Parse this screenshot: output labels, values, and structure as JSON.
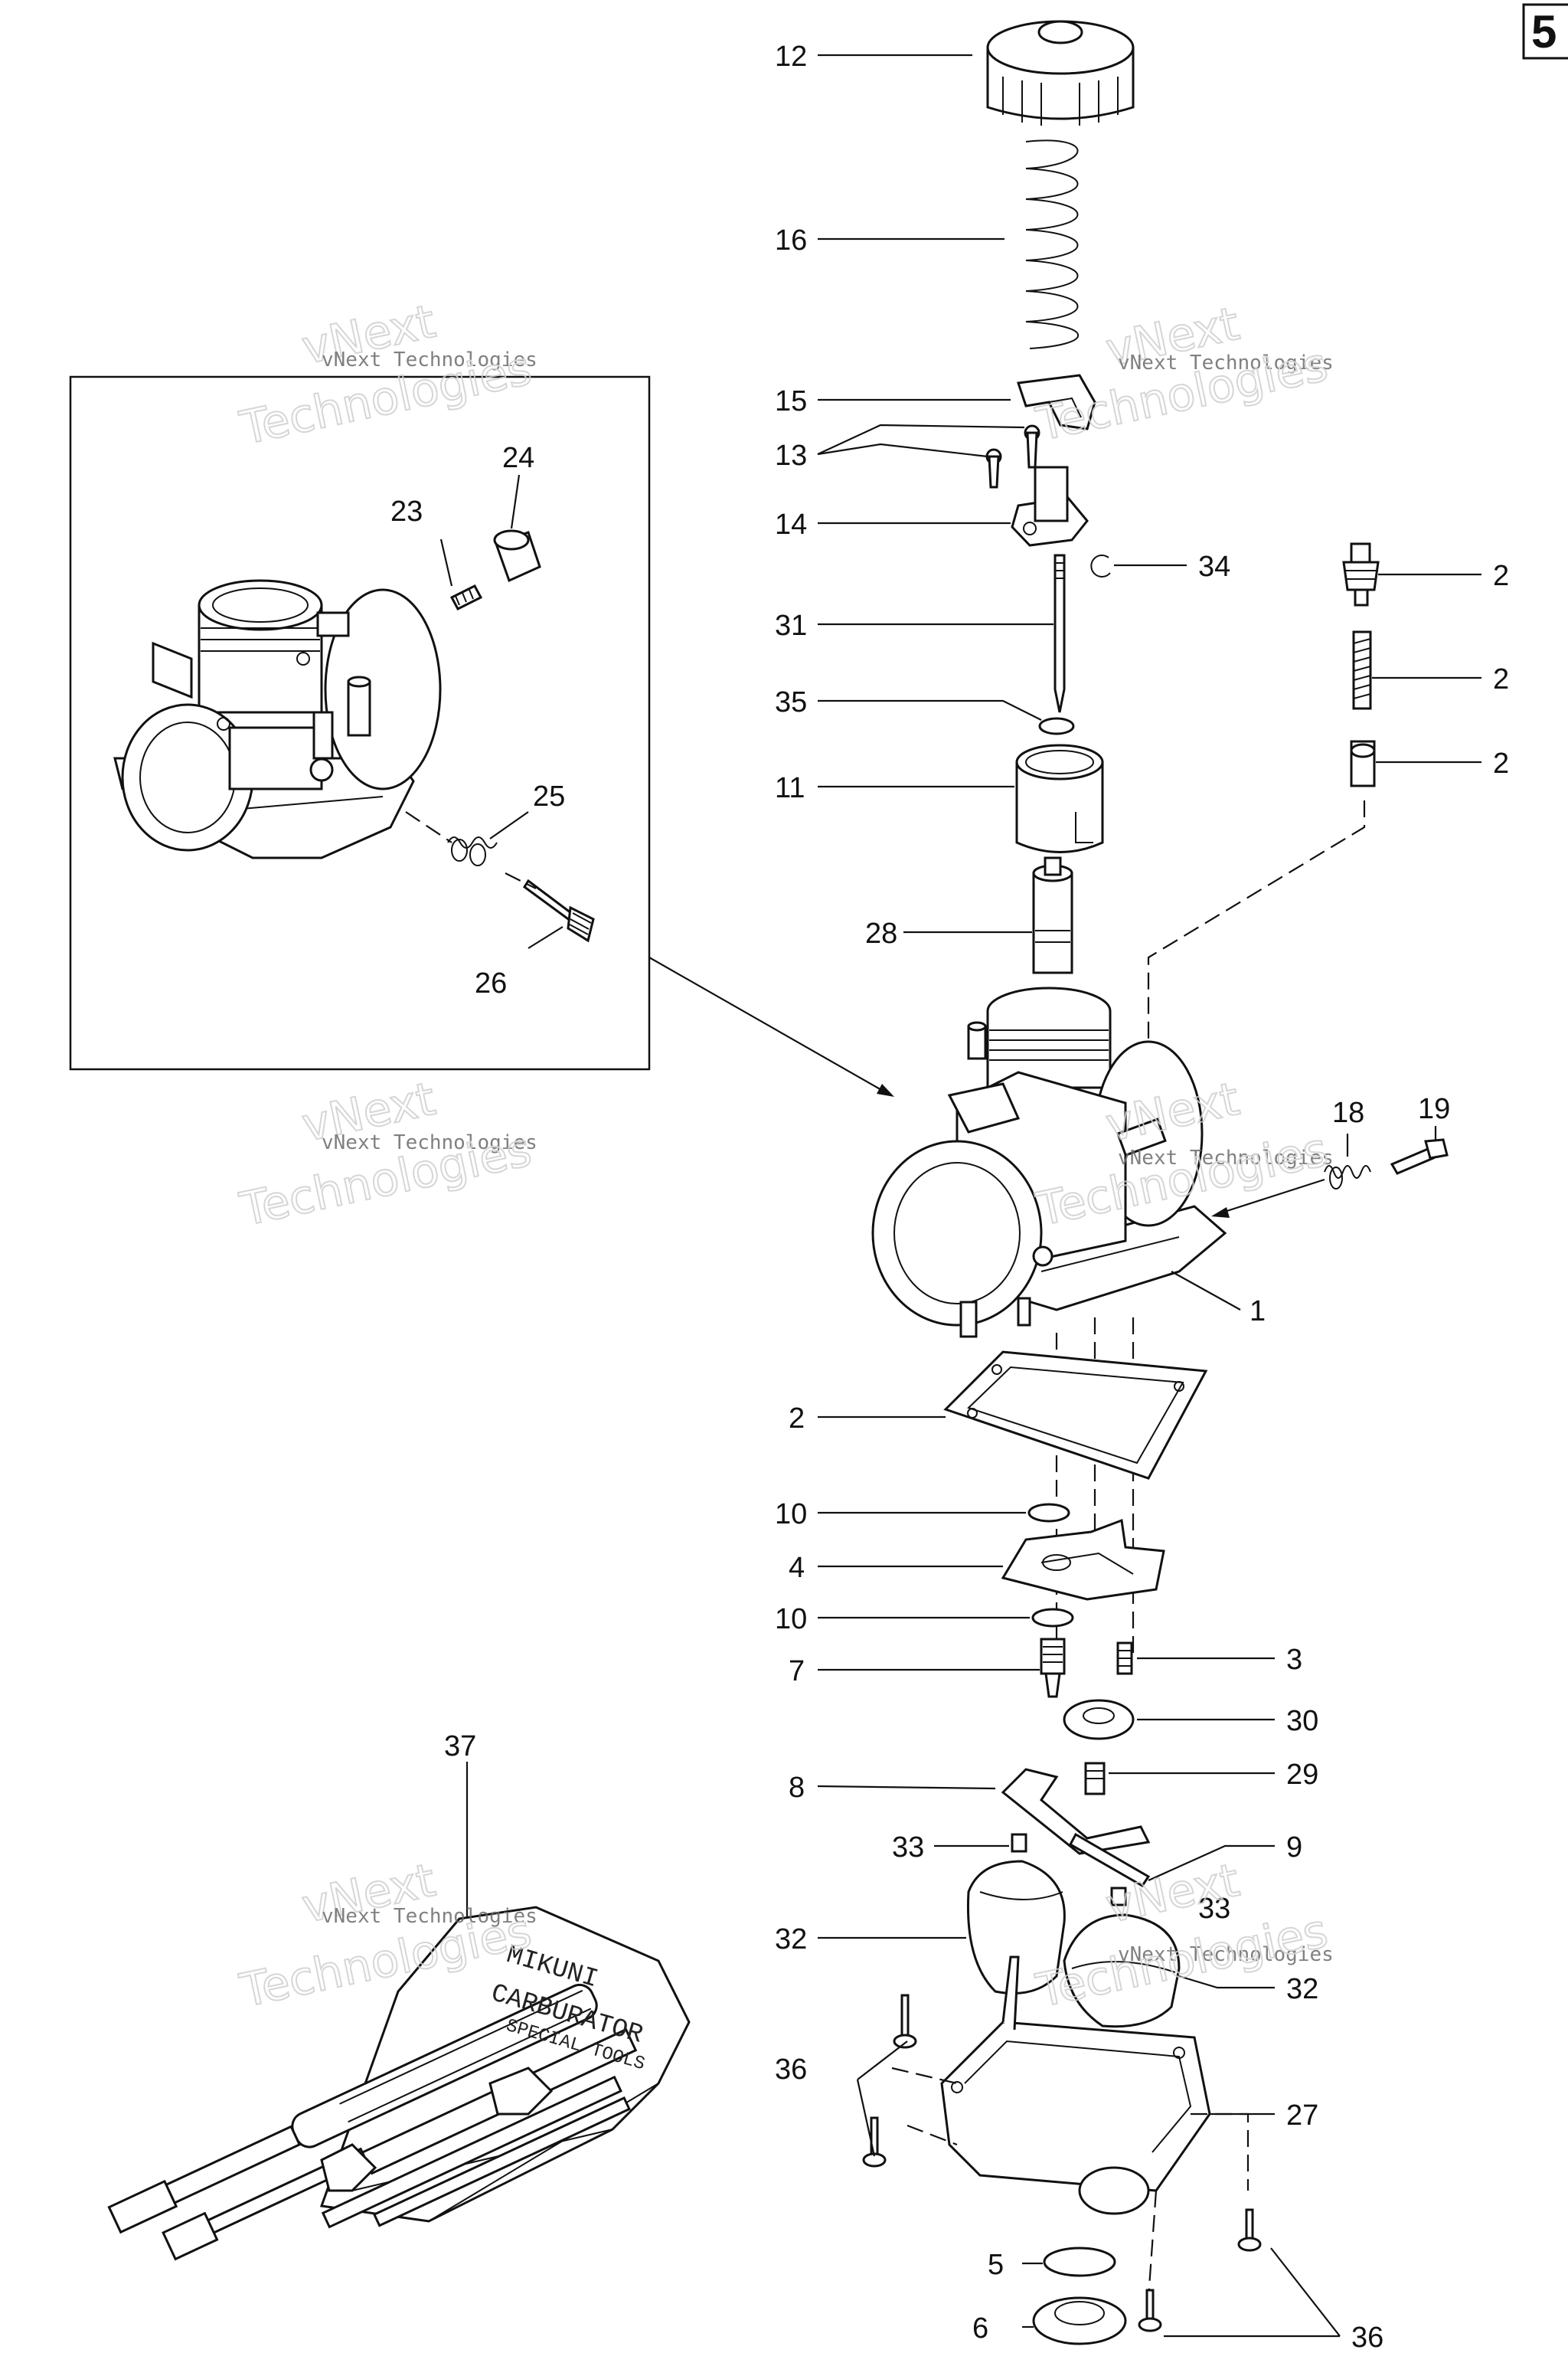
{
  "page": {
    "number": "5"
  },
  "watermark": {
    "line1": "vNext",
    "line2": "vNext Technologies",
    "line3": "Technologies"
  },
  "callouts": {
    "c12": "12",
    "c16": "16",
    "c15": "15",
    "c13": "13",
    "c14": "14",
    "c34": "34",
    "c31": "31",
    "c35": "35",
    "c11": "11",
    "c28": "28",
    "c18": "18",
    "c19": "19",
    "c1": "1",
    "c2": "2",
    "c10a": "10",
    "c4": "4",
    "c10b": "10",
    "c7": "7",
    "c3": "3",
    "c30": "30",
    "c8": "8",
    "c29": "29",
    "c33a": "33",
    "c9": "9",
    "c33b": "33",
    "c32a": "32",
    "c32b": "32",
    "c36a": "36",
    "c27": "27",
    "c5": "5",
    "c6": "6",
    "c36b": "36",
    "c37": "37",
    "c24": "24",
    "c23": "23",
    "c25": "25",
    "c26": "26",
    "cr1": "2",
    "cr2": "2",
    "cr3": "2"
  },
  "toolkit": {
    "line1": "MIKUNI",
    "line2": "CARBURATOR",
    "line3": "SPECIAL TOOLS"
  }
}
